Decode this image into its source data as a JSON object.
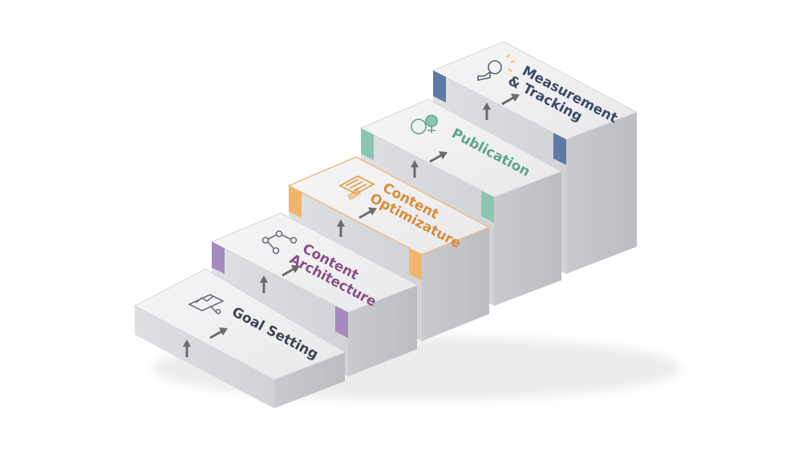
{
  "steps": [
    {
      "id": "goal-setting",
      "lines": [
        "Goal Setting"
      ],
      "color": "#8a8d99",
      "accent": "#8a8d99",
      "icon": "document-chart-icon"
    },
    {
      "id": "content-architecture",
      "lines": [
        "Content",
        "Architecture"
      ],
      "color": "#8a5a8a",
      "accent": "#a689be",
      "icon": "network-nodes-icon"
    },
    {
      "id": "content-optimization",
      "lines": [
        "Content",
        "Optimizature"
      ],
      "color": "#d98c3a",
      "accent": "#f0b56a",
      "icon": "document-pencil-icon"
    },
    {
      "id": "publication",
      "lines": [
        "Publication"
      ],
      "color": "#5fa58f",
      "accent": "#8cc6b2",
      "icon": "person-globe-icon"
    },
    {
      "id": "measurement-tracking",
      "lines": [
        "Measurement",
        "& Tracking"
      ],
      "color": "#3d4a66",
      "accent": "#5f7aa6",
      "icon": "magnifier-person-icon"
    }
  ]
}
